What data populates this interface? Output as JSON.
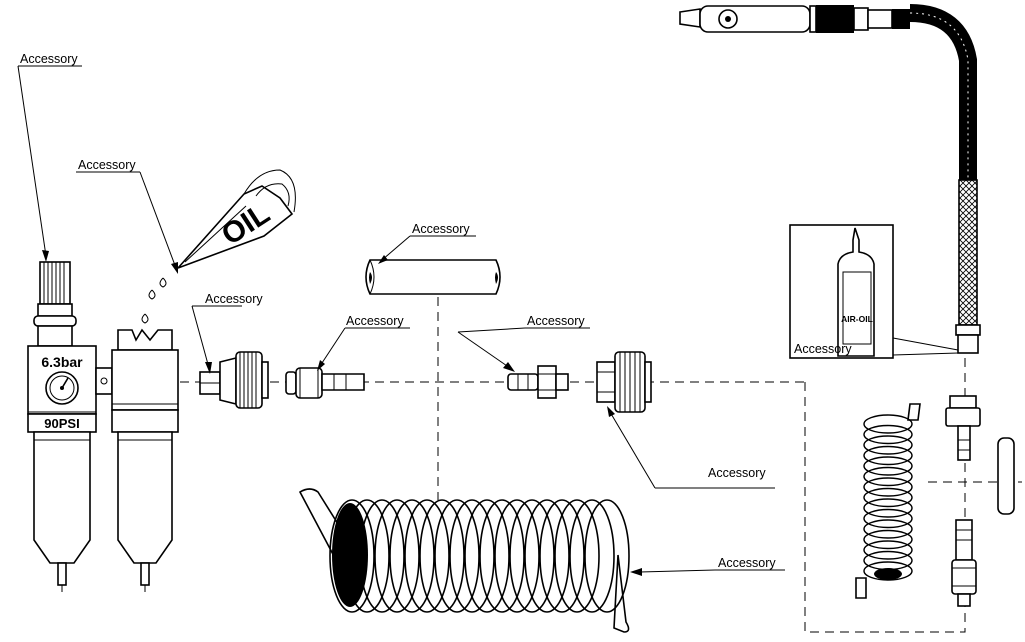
{
  "labels": {
    "regulator": "Accessory",
    "lubricator": "Accessory",
    "hose_straight": "Accessory",
    "coupler": "Accessory",
    "plug": "Accessory",
    "nipple": "Accessory",
    "coupler_right": "Accessory",
    "coil_hose": "Accessory",
    "oil_box": "Accessory"
  },
  "gauge": {
    "bar": "6.3bar",
    "psi": "90PSI"
  },
  "oil_can_text": "OIL",
  "oil_bottle_text": "AIR-OIL",
  "colors": {
    "line": "#000000",
    "background": "#ffffff"
  }
}
